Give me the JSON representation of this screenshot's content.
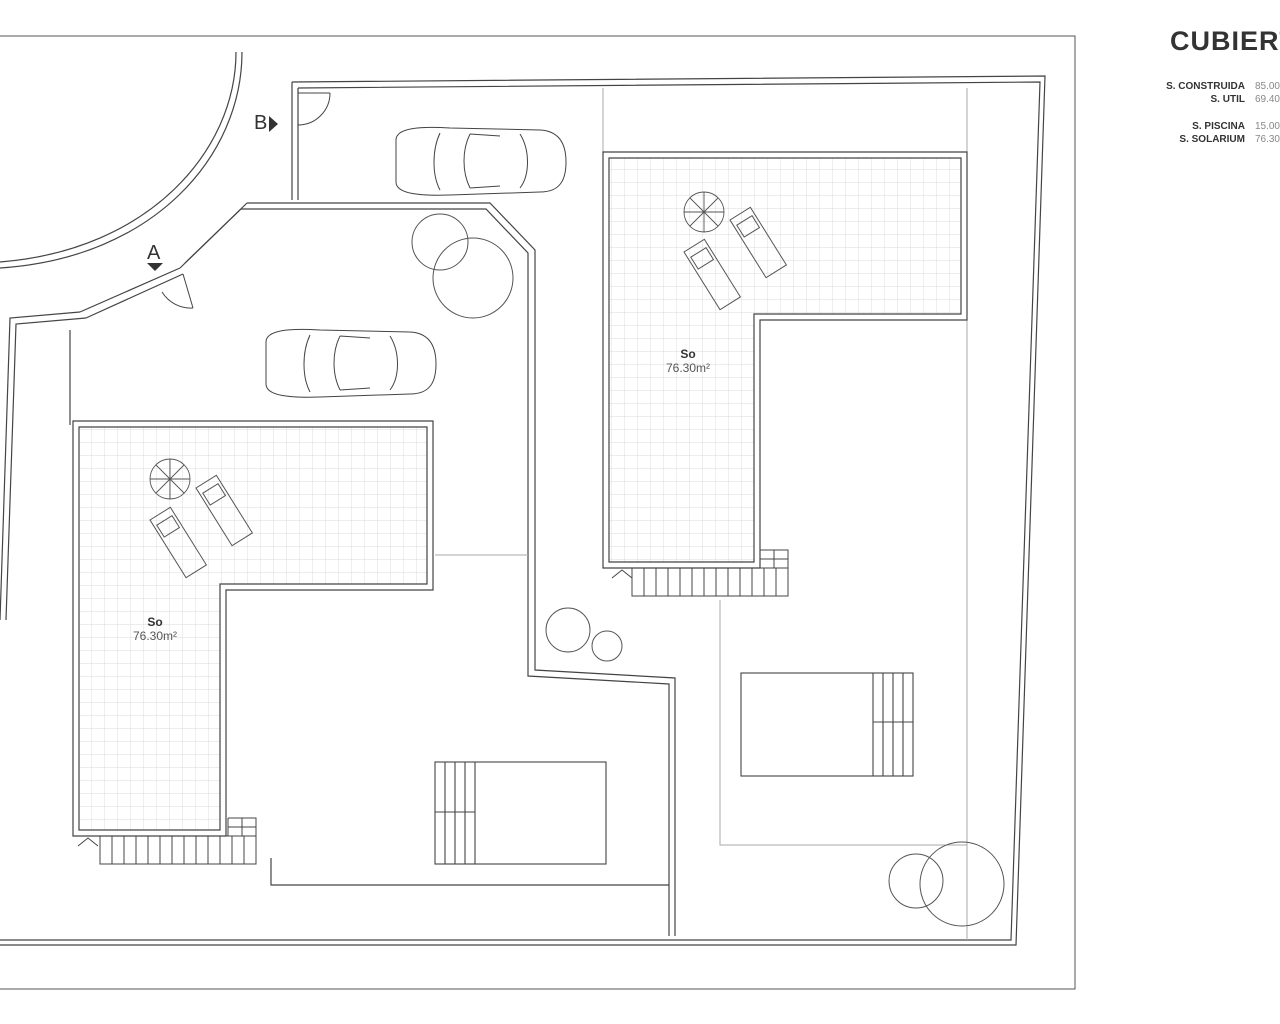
{
  "sheet": {
    "title": "CUBIERT",
    "surfaces": [
      {
        "label": "S. CONSTRUIDA",
        "value": "85.00"
      },
      {
        "label": "S. UTIL",
        "value": "69.40"
      },
      {
        "label": "S. PISCINA",
        "value": "15.00"
      },
      {
        "label": "S. SOLARIUM",
        "value": "76.30"
      }
    ]
  },
  "plan": {
    "solarium_left": {
      "name": "So",
      "area": "76.30m²"
    },
    "solarium_right": {
      "name": "So",
      "area": "76.30m²"
    },
    "marker_a": "A",
    "marker_b": "B"
  },
  "colors": {
    "line": "#444444",
    "grid": "#cccccc",
    "bg": "#ffffff"
  }
}
